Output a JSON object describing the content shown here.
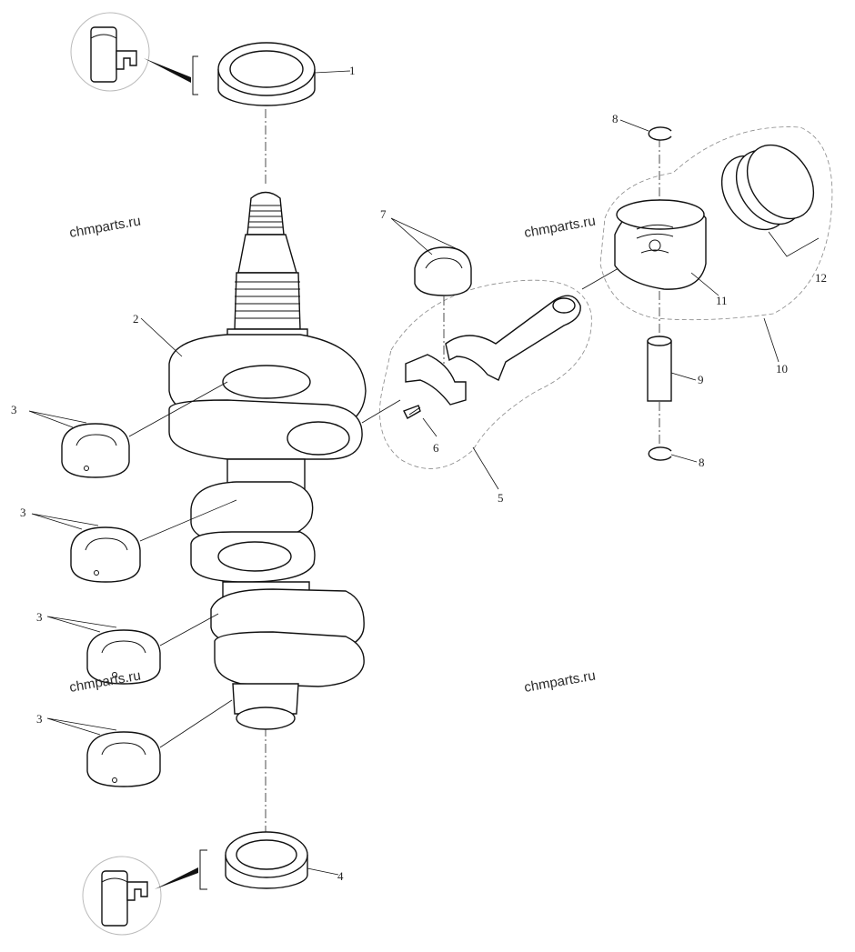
{
  "watermarks": [
    "chmparts.ru",
    "chmparts.ru",
    "chmparts.ru",
    "chmparts.ru"
  ],
  "callouts": {
    "c1": "1",
    "c2": "2",
    "c3a": "3",
    "c3b": "3",
    "c3c": "3",
    "c3d": "3",
    "c4": "4",
    "c5": "5",
    "c6": "6",
    "c7": "7",
    "c8a": "8",
    "c8b": "8",
    "c9": "9",
    "c10": "10",
    "c11": "11",
    "c12": "12"
  }
}
